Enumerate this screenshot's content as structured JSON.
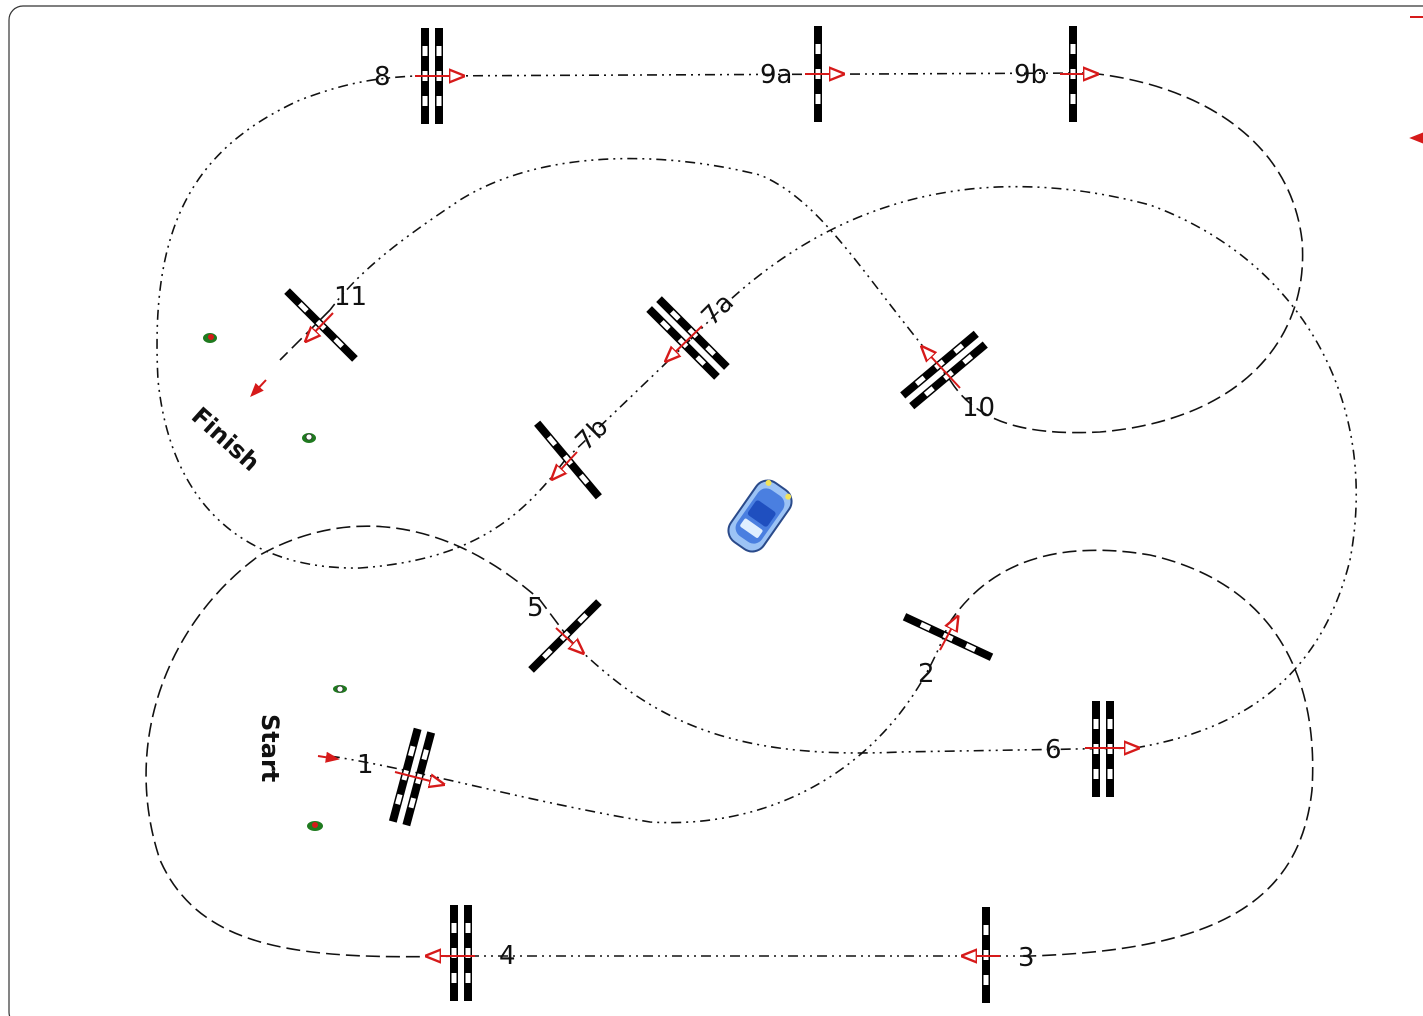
{
  "zones": {
    "start": "Start",
    "finish": "Finish"
  },
  "gates": [
    {
      "id": "1",
      "label": "1"
    },
    {
      "id": "2",
      "label": "2"
    },
    {
      "id": "3",
      "label": "3"
    },
    {
      "id": "4",
      "label": "4"
    },
    {
      "id": "5",
      "label": "5"
    },
    {
      "id": "6",
      "label": "6"
    },
    {
      "id": "7a",
      "label": "7a"
    },
    {
      "id": "7b",
      "label": "7b"
    },
    {
      "id": "8",
      "label": "8"
    },
    {
      "id": "9a",
      "label": "9a"
    },
    {
      "id": "9b",
      "label": "9b"
    },
    {
      "id": "10",
      "label": "10"
    },
    {
      "id": "11",
      "label": "11"
    }
  ],
  "colors": {
    "line": "#111111",
    "arrow": "#d61a1a",
    "marker_green": "#1f7a1f",
    "car_body": "#4a7fe0"
  },
  "icons": {
    "car": "car-icon",
    "cone": "cone-icon",
    "direction": "direction-arrow-icon"
  }
}
